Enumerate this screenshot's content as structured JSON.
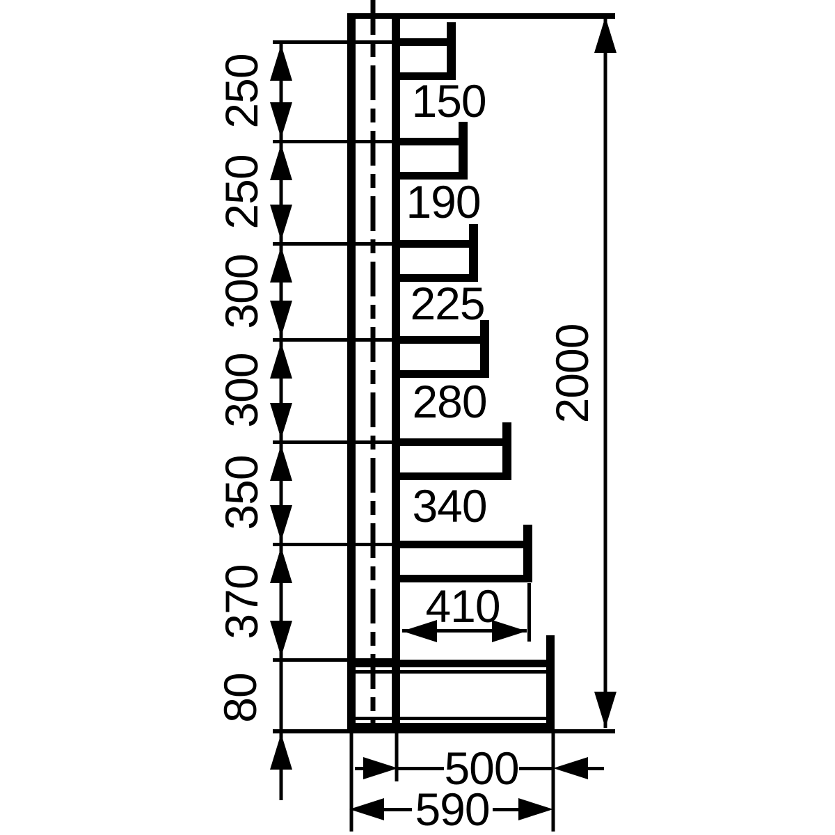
{
  "drawing": {
    "description": "Cantilever rack side-view dimensional drawing",
    "background_color": "#ffffff",
    "line_color": "#000000",
    "left_spacings": [
      {
        "label": "250"
      },
      {
        "label": "250"
      },
      {
        "label": "300"
      },
      {
        "label": "300"
      },
      {
        "label": "350"
      },
      {
        "label": "370"
      },
      {
        "label": "80"
      }
    ],
    "arm_lengths": [
      {
        "label": "150"
      },
      {
        "label": "190"
      },
      {
        "label": "225"
      },
      {
        "label": "280"
      },
      {
        "label": "340"
      },
      {
        "label": "410"
      }
    ],
    "overall_height": "2000",
    "base_clear_depth": "500",
    "base_overall_depth": "590"
  }
}
